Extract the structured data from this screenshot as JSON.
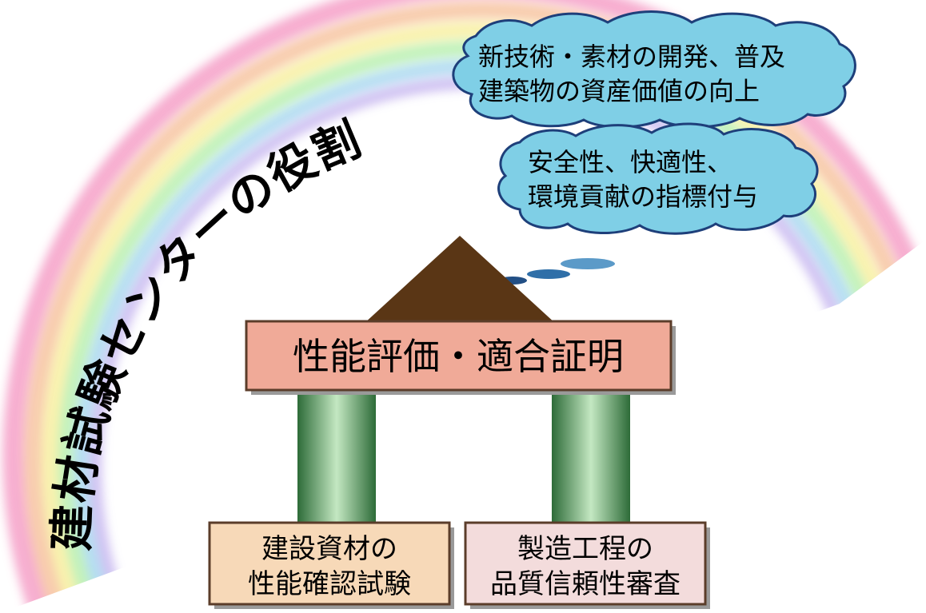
{
  "title": "建材試験センターの役割",
  "cloud_top": {
    "lines": [
      "新技術・素材の開発、普及",
      "建築物の資産価値の向上"
    ]
  },
  "cloud_middle": {
    "lines": [
      "安全性、快適性、",
      "環境貢献の指標付与"
    ]
  },
  "roof_beam": {
    "label": "性能評価・適合証明"
  },
  "base_left": {
    "lines": [
      "建設資材の",
      "性能確認試験"
    ]
  },
  "base_right": {
    "lines": [
      "製造工程の",
      "品質信頼性審査"
    ]
  },
  "colors": {
    "roof": "#5a3615",
    "beam_fill": "#f0aa98",
    "beam_border": "#5b3d2a",
    "pillar_dark": "#2f6f3a",
    "pillar_light": "#b9e0b8",
    "cloud_fill": "#7fcfe6",
    "cloud_stroke": "#1e3f7a",
    "bubble": "#2f6fa8",
    "base_left_fill": "#f7d9b8",
    "base_right_fill": "#f3dcdc",
    "base_border": "#5b3d2a"
  }
}
